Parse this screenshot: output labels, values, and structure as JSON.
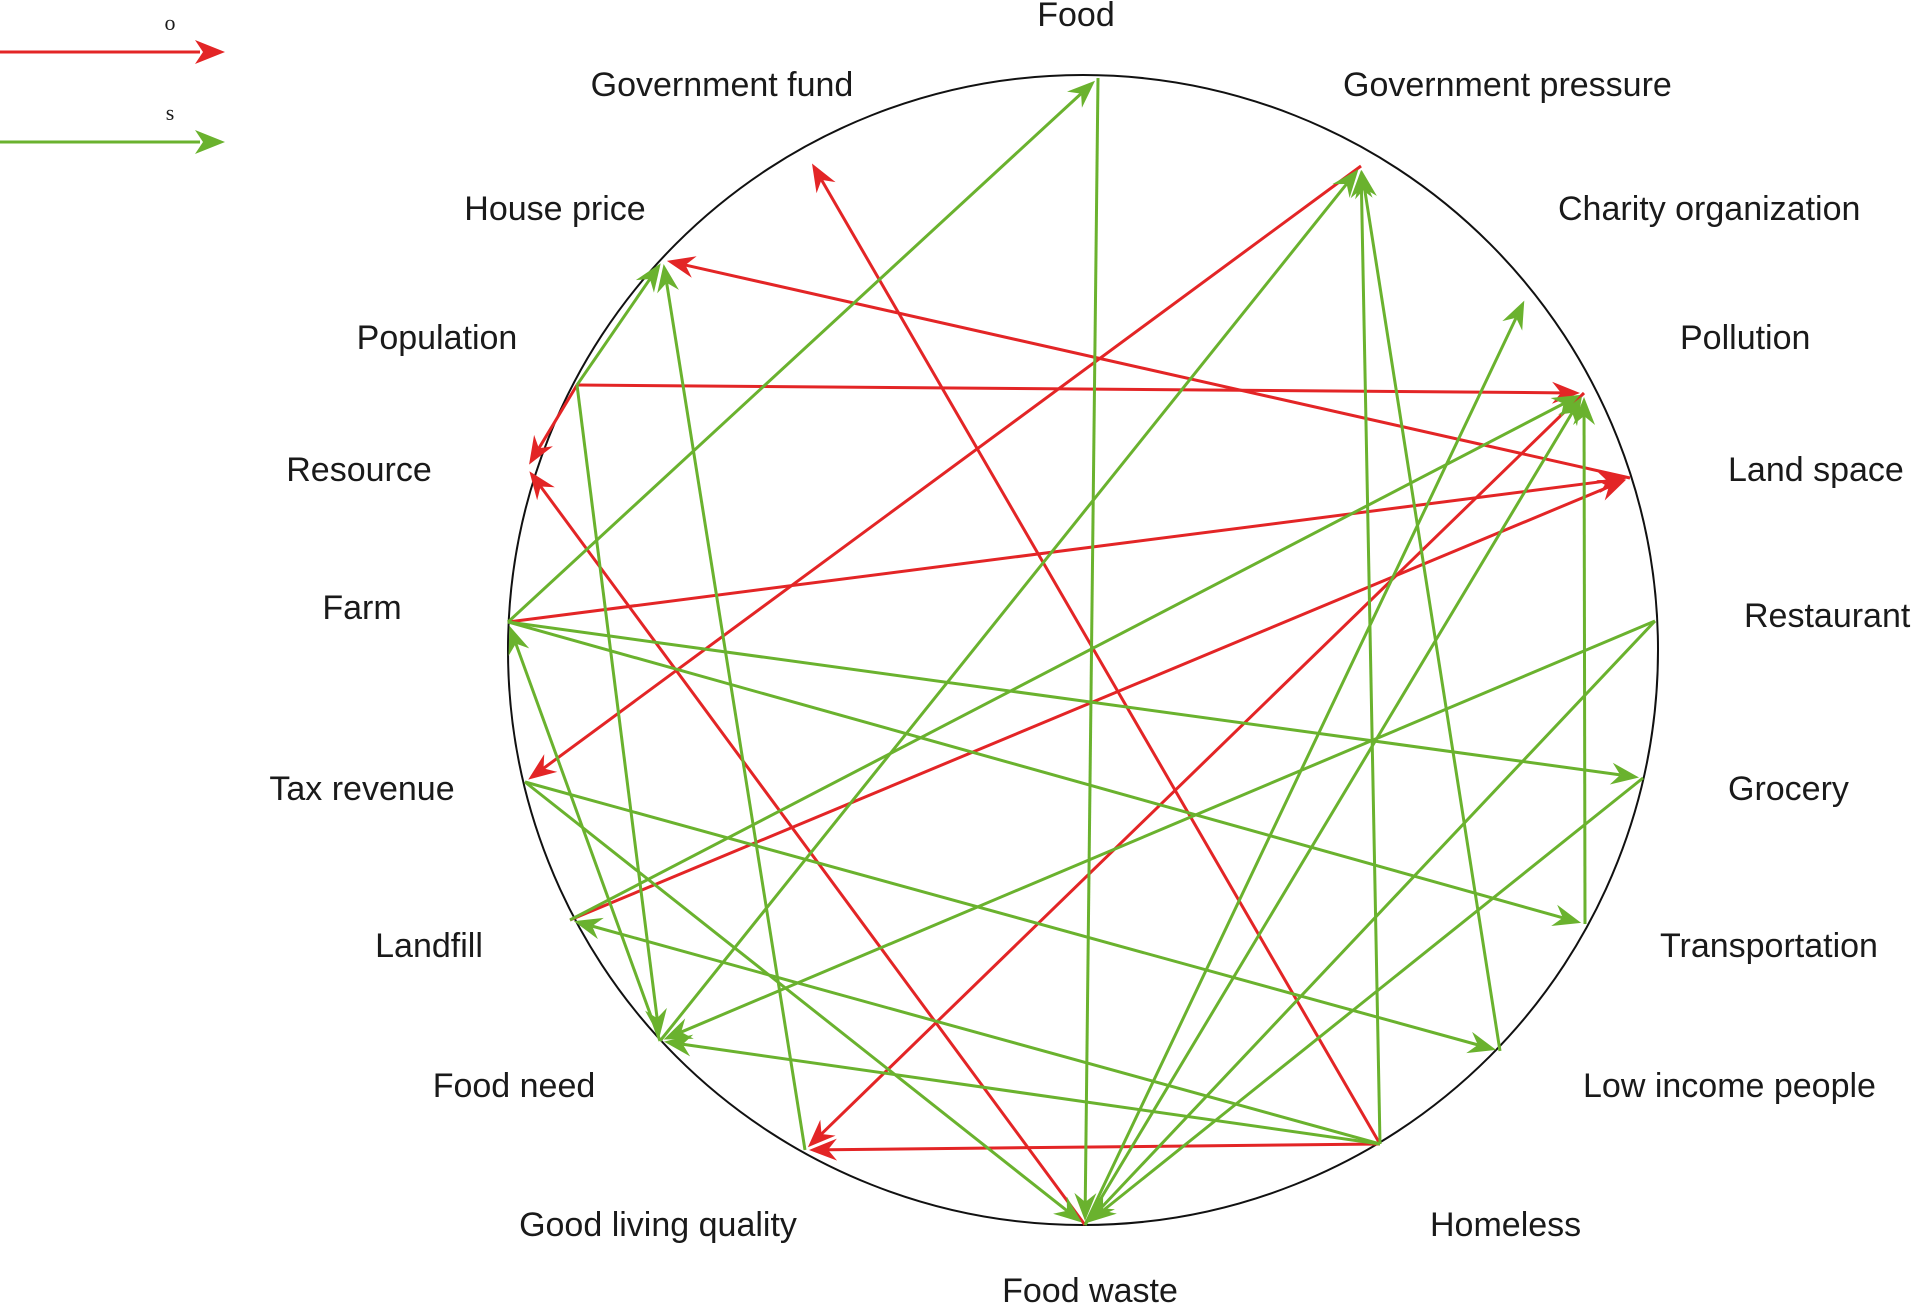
{
  "colors": {
    "opposite": "#e32526",
    "same": "#6ab22e",
    "circle": "#111111"
  },
  "legend": [
    {
      "label": "o",
      "color": "#e32526"
    },
    {
      "label": "s",
      "color": "#6ab22e"
    }
  ],
  "nodes": [
    {
      "id": "food",
      "label": "Food"
    },
    {
      "id": "government_pressure",
      "label": "Government pressure"
    },
    {
      "id": "charity",
      "label": "Charity organization"
    },
    {
      "id": "pollution",
      "label": "Pollution"
    },
    {
      "id": "land_space",
      "label": "Land space"
    },
    {
      "id": "restaurant",
      "label": "Restaurant"
    },
    {
      "id": "grocery",
      "label": "Grocery"
    },
    {
      "id": "transportation",
      "label": "Transportation"
    },
    {
      "id": "low_income",
      "label": "Low income people"
    },
    {
      "id": "homeless",
      "label": "Homeless"
    },
    {
      "id": "food_waste",
      "label": "Food waste"
    },
    {
      "id": "good_living",
      "label": "Good living quality"
    },
    {
      "id": "food_need",
      "label": "Food need"
    },
    {
      "id": "landfill",
      "label": "Landfill"
    },
    {
      "id": "tax_revenue",
      "label": "Tax revenue"
    },
    {
      "id": "farm",
      "label": "Farm"
    },
    {
      "id": "resource",
      "label": "Resource"
    },
    {
      "id": "population",
      "label": "Population"
    },
    {
      "id": "house_price",
      "label": "House price"
    },
    {
      "id": "government_fund",
      "label": "Government fund"
    }
  ],
  "edges": [
    {
      "from": "homeless",
      "to": "government_fund",
      "type": "o"
    },
    {
      "from": "government_pressure",
      "to": "tax_revenue",
      "type": "o"
    },
    {
      "from": "land_space",
      "to": "house_price",
      "type": "o"
    },
    {
      "from": "population",
      "to": "pollution",
      "type": "o"
    },
    {
      "from": "population",
      "to": "resource",
      "type": "o"
    },
    {
      "from": "food_waste",
      "to": "resource",
      "type": "o"
    },
    {
      "from": "farm",
      "to": "land_space",
      "type": "o"
    },
    {
      "from": "landfill",
      "to": "land_space",
      "type": "o"
    },
    {
      "from": "pollution",
      "to": "good_living",
      "type": "o"
    },
    {
      "from": "homeless",
      "to": "good_living",
      "type": "o"
    },
    {
      "from": "farm",
      "to": "food",
      "type": "s"
    },
    {
      "from": "food",
      "to": "food_waste",
      "type": "s"
    },
    {
      "from": "population",
      "to": "house_price",
      "type": "s"
    },
    {
      "from": "good_living",
      "to": "house_price",
      "type": "s"
    },
    {
      "from": "food_need",
      "to": "government_pressure",
      "type": "s"
    },
    {
      "from": "homeless",
      "to": "government_pressure",
      "type": "s"
    },
    {
      "from": "low_income",
      "to": "government_pressure",
      "type": "s"
    },
    {
      "from": "food_waste",
      "to": "charity",
      "type": "s"
    },
    {
      "from": "landfill",
      "to": "pollution",
      "type": "s"
    },
    {
      "from": "food_waste",
      "to": "pollution",
      "type": "s"
    },
    {
      "from": "transportation",
      "to": "pollution",
      "type": "s"
    },
    {
      "from": "farm",
      "to": "grocery",
      "type": "s"
    },
    {
      "from": "farm",
      "to": "transportation",
      "type": "s"
    },
    {
      "from": "tax_revenue",
      "to": "low_income",
      "type": "s"
    },
    {
      "from": "restaurant",
      "to": "food_waste",
      "type": "s"
    },
    {
      "from": "grocery",
      "to": "food_waste",
      "type": "s"
    },
    {
      "from": "tax_revenue",
      "to": "food_waste",
      "type": "s"
    },
    {
      "from": "population",
      "to": "food_need",
      "type": "s"
    },
    {
      "from": "restaurant",
      "to": "food_need",
      "type": "s"
    },
    {
      "from": "homeless",
      "to": "food_need",
      "type": "s"
    },
    {
      "from": "homeless",
      "to": "landfill",
      "type": "s"
    },
    {
      "from": "food_need",
      "to": "farm",
      "type": "s"
    }
  ]
}
